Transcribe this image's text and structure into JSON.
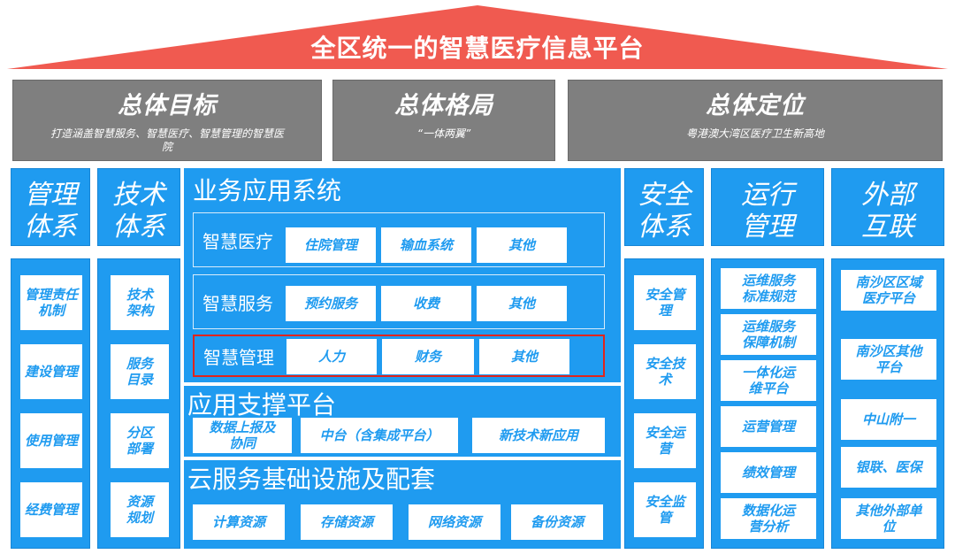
{
  "title": "全区统一的智慧医疗信息平台",
  "top": {
    "goal": {
      "title": "总体目标",
      "subtitle": "打造涵盖智慧服务、智慧医疗、智慧管理的智慧医院"
    },
    "layout": {
      "title": "总体格局",
      "subtitle": "“一体两翼”"
    },
    "position": {
      "title": "总体定位",
      "subtitle": "粤港澳大湾区医疗卫生新高地"
    }
  },
  "mgmt": {
    "header": "管理体系",
    "items": [
      "管理责任机制",
      "建设管理",
      "使用管理",
      "经费管理"
    ]
  },
  "tech": {
    "header": "技术体系",
    "items": [
      "技术架构",
      "服务目录",
      "分区部署",
      "资源规划"
    ]
  },
  "business": {
    "title": "业务应用系统",
    "rows": [
      {
        "label": "智慧医疗",
        "items": [
          "住院管理",
          "输血系统",
          "其他"
        ]
      },
      {
        "label": "智慧服务",
        "items": [
          "预约服务",
          "收费",
          "其他"
        ]
      },
      {
        "label": "智慧管理",
        "items": [
          "人力",
          "财务",
          "其他"
        ]
      }
    ]
  },
  "support": {
    "title": "应用支撑平台",
    "items": [
      "数据上报及协同",
      "中台（含集成平台）",
      "新技术新应用"
    ]
  },
  "cloud": {
    "title": "云服务基础设施及配套",
    "items": [
      "计算资源",
      "存储资源",
      "网络资源",
      "备份资源"
    ]
  },
  "security": {
    "header": "安全体系",
    "items": [
      "安全管理",
      "安全技术",
      "安全运营",
      "安全监管"
    ]
  },
  "ops": {
    "header": "运行管理",
    "items": [
      "运维服务标准规范",
      "运维服务保障机制",
      "一体化运维平台",
      "运营管理",
      "绩效管理",
      "数据化运营分析"
    ]
  },
  "external": {
    "header": "外部互联",
    "items": [
      "南沙区区域医疗平台",
      "南沙区其他平台",
      "中山附一",
      "银联、医保",
      "其他外部单位"
    ]
  },
  "colors": {
    "primary": "#1f9bf0",
    "roof": "#f05a50",
    "gray": "#7f7f7f",
    "highlight": "#e0251d"
  }
}
